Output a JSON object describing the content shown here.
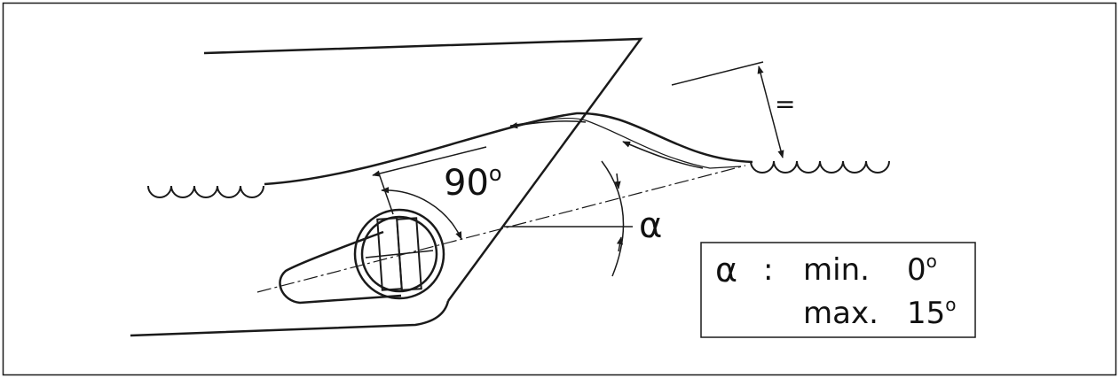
{
  "labels": {
    "angle_90": "90",
    "degree_symbol": "o",
    "alpha": "α",
    "equal_sign": "="
  },
  "spec_box": {
    "symbol": "α",
    "separator": ":",
    "min_label": "min.",
    "min_value": "0",
    "max_label": "max.",
    "max_value": "15",
    "unit_symbol": "o"
  },
  "colors": {
    "stroke": "#1a1a1a",
    "background": "#ffffff"
  }
}
